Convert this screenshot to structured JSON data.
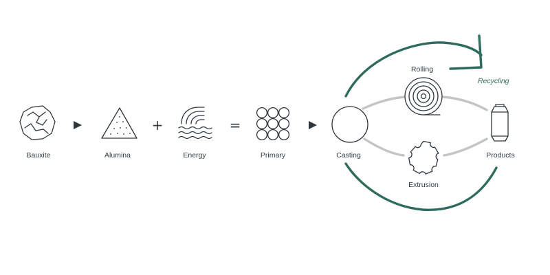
{
  "diagram": {
    "steps": {
      "bauxite": "Bauxite",
      "alumina": "Alumina",
      "energy": "Energy",
      "primary": "Primary",
      "casting": "Casting",
      "rolling": "Rolling",
      "extrusion": "Extrusion",
      "products": "Products"
    },
    "operators": {
      "plus": "+",
      "equals": "="
    },
    "recycling_label": "Recycling",
    "colors": {
      "recycling": "#2e6b5c",
      "connector": "#c4c4c4",
      "icon": "#2e353c",
      "text": "#333b44"
    },
    "icons": [
      "rock-icon",
      "powder-pile-icon",
      "hydro-energy-icon",
      "ingot-stack-icon",
      "casting-circle-icon",
      "coil-icon",
      "extrusion-die-icon",
      "can-icon"
    ]
  }
}
